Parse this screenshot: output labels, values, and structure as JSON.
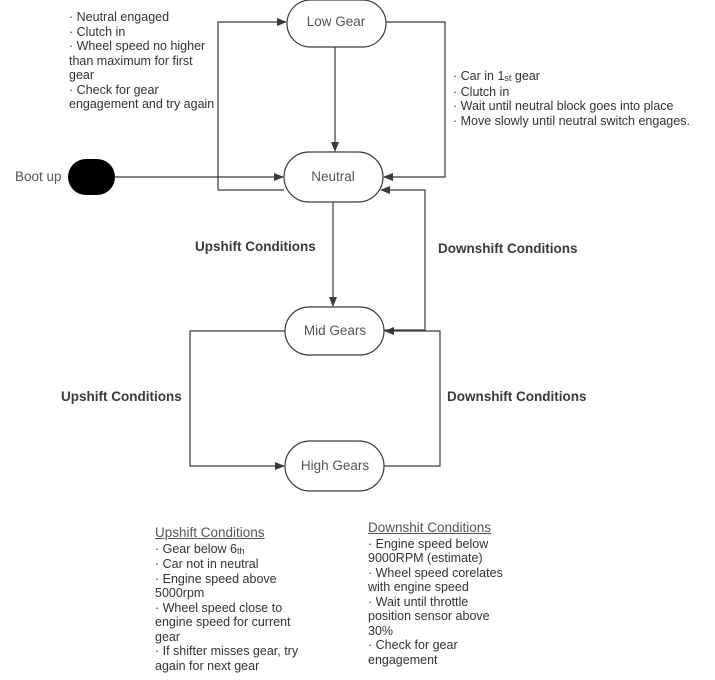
{
  "states": {
    "low_gear": "Low Gear",
    "neutral": "Neutral",
    "mid_gears": "Mid Gears",
    "high_gears": "High Gears",
    "boot_up": "Boot up"
  },
  "labels": {
    "upshift_1": "Upshift Conditions",
    "downshift_1": "Downshift Conditions",
    "upshift_2": "Upshift Conditions",
    "downshift_2": "Downshift Conditions"
  },
  "notes": {
    "to_low_gear": [
      "· Neutral engaged",
      "· Clutch in",
      "· Wheel speed no higher than maximum for first gear",
      "· Check for gear engagement and try again"
    ],
    "to_neutral": {
      "car_prefix": "· Car in 1",
      "car_sup": "st",
      "car_suffix": " gear",
      "items": [
        "· Clutch in",
        "· Wait until neutral block goes into place",
        "· Move slowly until neutral switch engages."
      ]
    }
  },
  "upshift_conditions": {
    "title": "Upshift Conditions",
    "gear_prefix": "· Gear below 6",
    "gear_sup": "th",
    "items": [
      "· Car not in neutral",
      "· Engine speed above 5000rpm",
      "· Wheel speed close to engine speed for current gear",
      "· If shifter misses gear, try again for next gear"
    ]
  },
  "downshift_conditions": {
    "title": "Downshit Conditions",
    "items": [
      "· Engine speed below 9000RPM (estimate)",
      "· Wheel speed corelates with engine speed",
      "· Wait until throttle position sensor above 30%",
      "· Check for gear engagement"
    ]
  },
  "colors": {
    "line": "#3a3a3a",
    "boot_fill": "#000000",
    "text": "#333333"
  }
}
